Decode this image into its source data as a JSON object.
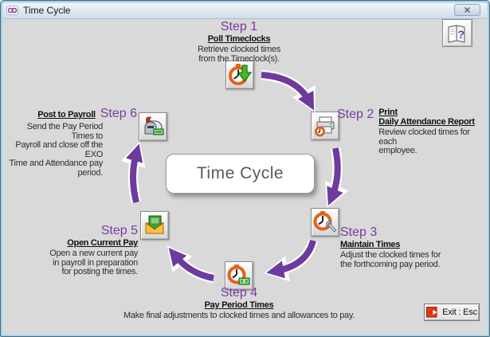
{
  "window": {
    "title": "Time Cycle"
  },
  "icons": {
    "app_logo": "exo-logo",
    "close": "x-cross",
    "help": "book-with-question-mark",
    "exit": "red-square-right-arrow"
  },
  "center": {
    "label": "Time Cycle"
  },
  "steps": [
    {
      "label": "Step 1",
      "title": "Poll Timeclocks",
      "desc": "Retrieve clocked times\nfrom the Timeclock(s).",
      "icon": "stopwatch-green-download-arrow"
    },
    {
      "label": "Step 2",
      "title": "Print\nDaily Attendance Report",
      "desc": "Review clocked times for each\nemployee.",
      "icon": "printer-with-clock"
    },
    {
      "label": "Step 3",
      "title": "Maintain Times",
      "desc": "Adjust the clocked times for\nthe forthcoming pay period.",
      "icon": "stopwatch-with-wrench"
    },
    {
      "label": "Step 4",
      "title": "Pay Period Times",
      "desc": "Make final adjustments to clocked times and allowances to pay.",
      "icon": "stopwatch-with-money"
    },
    {
      "label": "Step 5",
      "title": "Open Current Pay",
      "desc": "Open a new current pay\nin payroll in preparation\nfor posting the times.",
      "icon": "envelope-with-pay-card"
    },
    {
      "label": "Step 6",
      "title": "Post to Payroll",
      "desc": "Send the Pay Period Times to\nPayroll and close off the EXO\nTime and Attendance pay\nperiod.",
      "icon": "mailbox-with-money"
    }
  ],
  "exit_button": {
    "label": "Exit : Esc"
  },
  "colors": {
    "accent_purple": "#7b3a9d",
    "arrow_purple": "#6e3a9e",
    "background": "#d9d9d9",
    "titlebar_gradient_top": "#f7fafd",
    "titlebar_gradient_bottom": "#cfdeeb"
  }
}
